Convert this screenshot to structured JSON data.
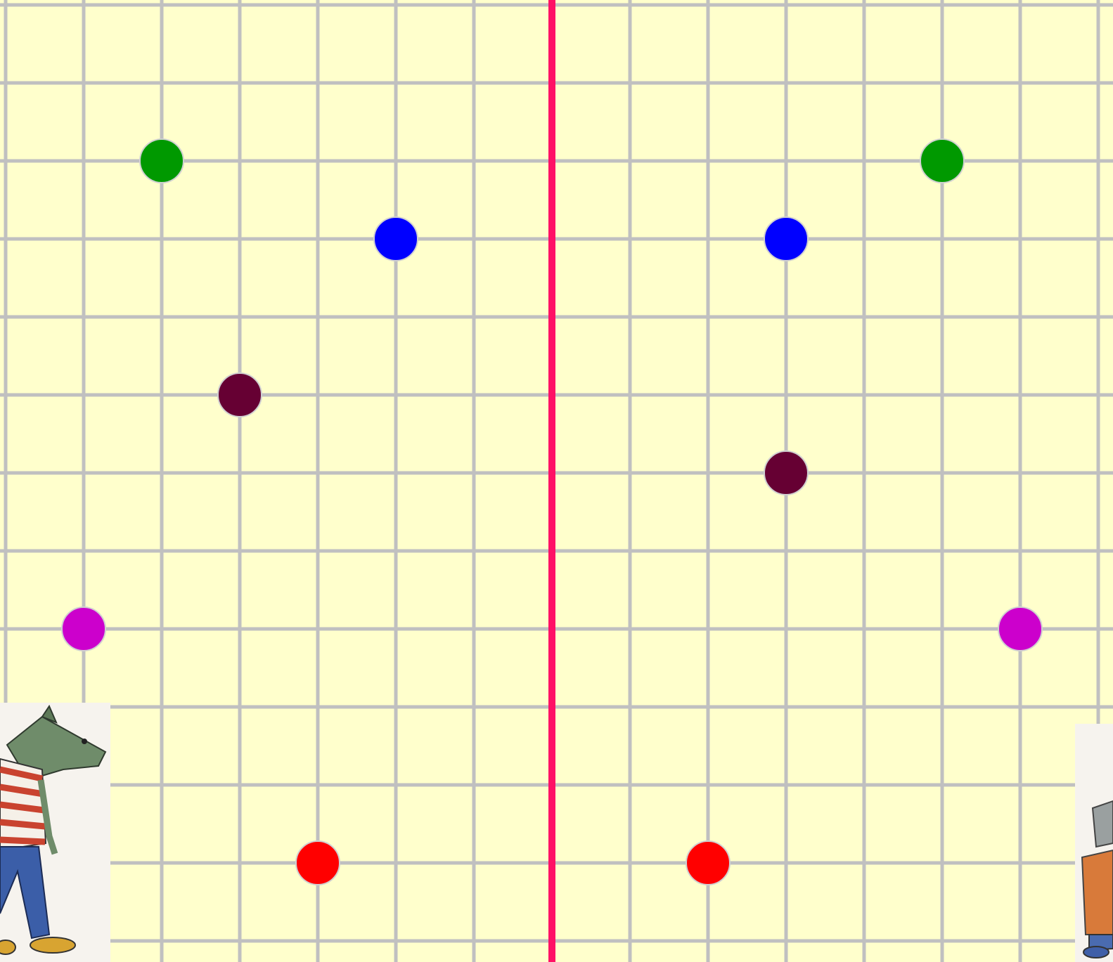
{
  "board": {
    "background_color": "#ffffcc",
    "grid_line_color": "#c0c0c0",
    "grid_columns": 14,
    "grid_rows": 12,
    "axis_color": "#ff1166",
    "axis_column": 7
  },
  "left_points": [
    {
      "name": "green-point-left",
      "color": "#009900",
      "col": 2,
      "row": 2
    },
    {
      "name": "blue-point-left",
      "color": "#0000ff",
      "col": 5,
      "row": 3
    },
    {
      "name": "maroon-point-left",
      "color": "#660033",
      "col": 3,
      "row": 5
    },
    {
      "name": "magenta-point-left",
      "color": "#cc00cc",
      "col": 1,
      "row": 8
    },
    {
      "name": "red-point-left",
      "color": "#ff0000",
      "col": 4,
      "row": 11
    }
  ],
  "right_points": [
    {
      "name": "green-point-right",
      "color": "#009900",
      "col": 12,
      "row": 2
    },
    {
      "name": "blue-point-right",
      "color": "#0000ff",
      "col": 10,
      "row": 3
    },
    {
      "name": "maroon-point-right",
      "color": "#660033",
      "col": 10,
      "row": 6
    },
    {
      "name": "magenta-point-right",
      "color": "#cc00cc",
      "col": 13,
      "row": 8
    },
    {
      "name": "red-point-right",
      "color": "#ff0000",
      "col": 9,
      "row": 11
    }
  ],
  "illustrations": {
    "left": "wolf-character-illustration",
    "right": "hare-character-illustration"
  }
}
